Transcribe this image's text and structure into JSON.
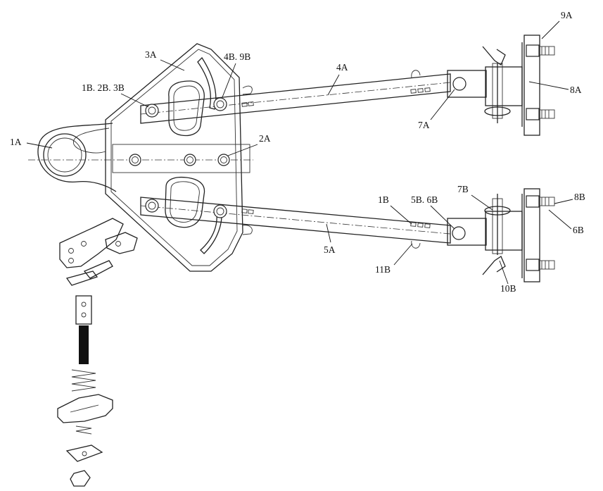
{
  "labels": {
    "l_9A": "9A",
    "l_3A": "3A",
    "l_4B9B": "4B. 9B",
    "l_4A": "4A",
    "l_1B2B3B": "1B. 2B. 3B",
    "l_8A": "8A",
    "l_7A": "7A",
    "l_1A": "1A",
    "l_2A": "2A",
    "l_7B": "7B",
    "l_8B": "8B",
    "l_1B": "1B",
    "l_5B6B": "5B. 6B",
    "l_6B": "6B",
    "l_5A": "5A",
    "l_11B": "11B",
    "l_10B": "10B"
  }
}
